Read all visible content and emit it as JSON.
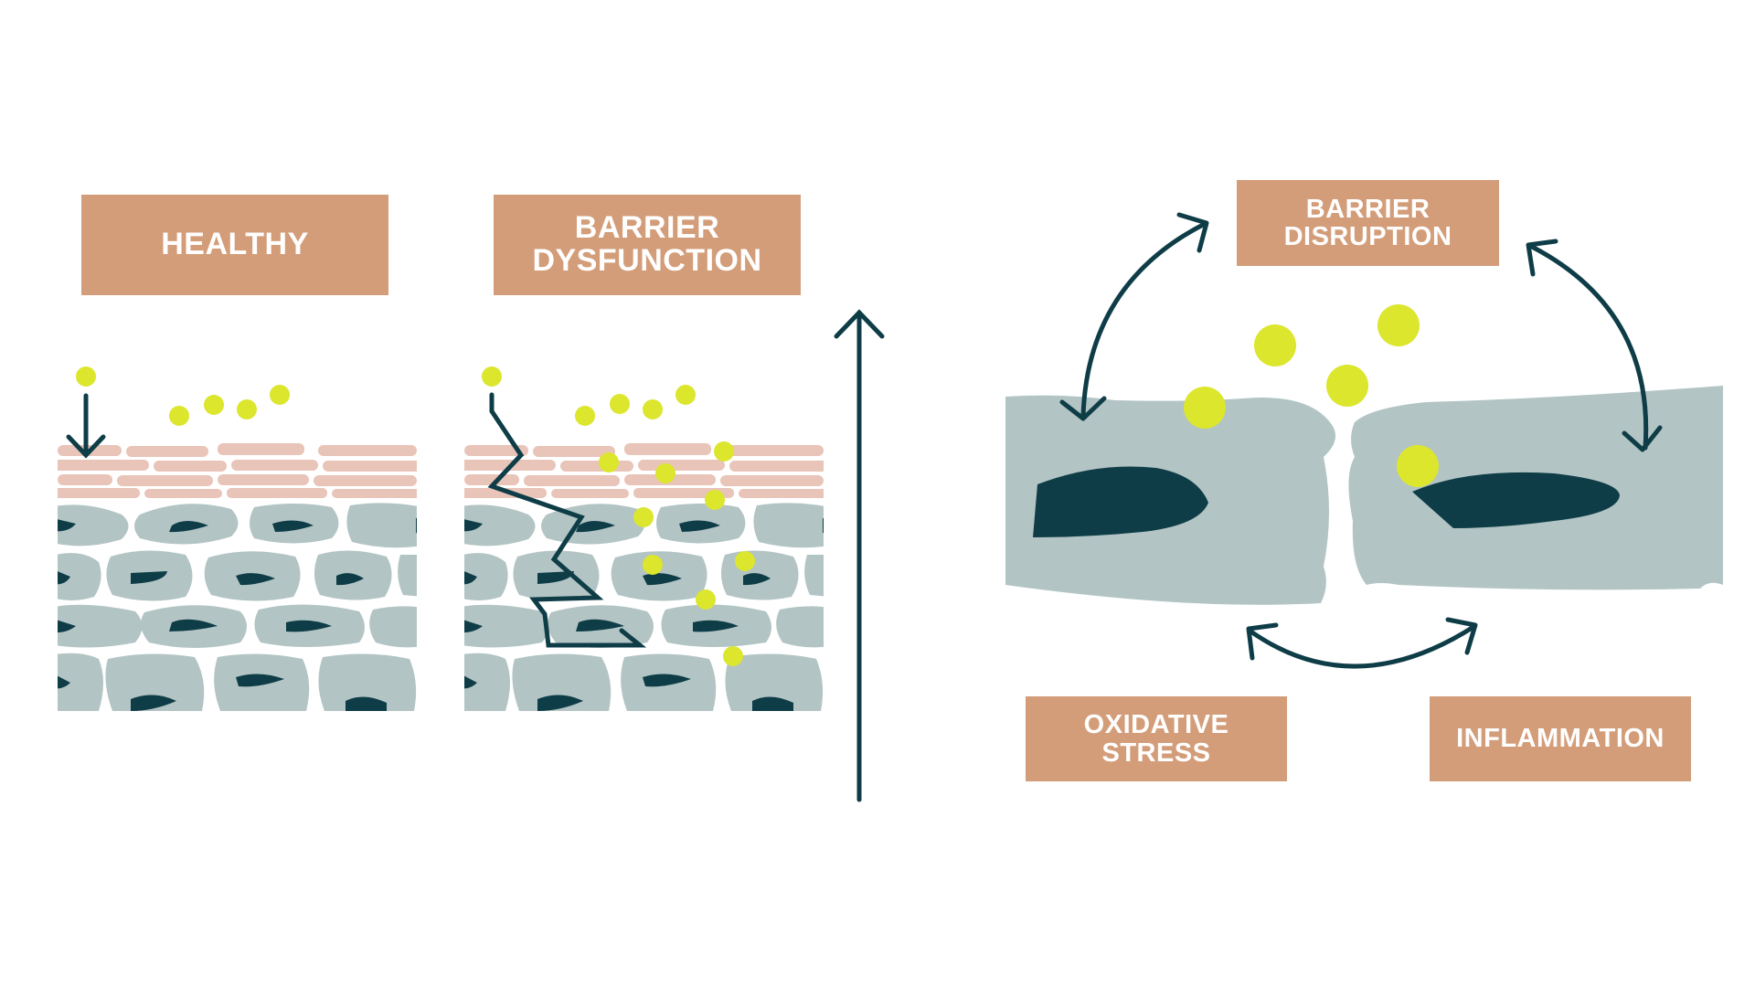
{
  "labels": {
    "healthy": "HEALTHY",
    "barrier_dysfunction": "BARRIER\nDYSFUNCTION",
    "barrier_disruption": "BARRIER\nDISRUPTION",
    "oxidative_stress": "OXIDATIVE\nSTRESS",
    "inflammation": "INFLAMMATION"
  },
  "colors": {
    "label_bg": "#d39d79",
    "label_text": "#ffffff",
    "stratum_corneum": "#e9c4b8",
    "cell": "#b3c4c4",
    "nucleus": "#0e3d47",
    "arrow": "#0e3d47",
    "particle": "#dbe62d"
  },
  "icons": {
    "arrow_down": "arrow-down-icon",
    "lightning": "lightning-crack-icon",
    "arrow_up": "arrow-up-icon",
    "cycle_arrows": "double-headed-arrow-icon"
  }
}
